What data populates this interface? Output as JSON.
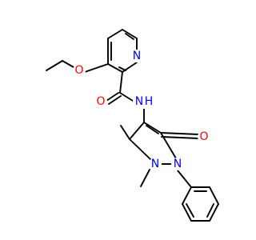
{
  "diagram": {
    "type": "chemical-structure",
    "atom_labels": {
      "pyridine_n": "N",
      "ether_o": "O",
      "carbonyl_o": "O",
      "amide_n": "N",
      "amide_h": "H",
      "ring_o": "O",
      "pyrazole_n1": "N",
      "pyrazole_n2": "N"
    },
    "colors": {
      "bond": "#000000",
      "nitrogen": "#0000ff",
      "oxygen": "#ff0000",
      "carbon": "#000000"
    }
  }
}
